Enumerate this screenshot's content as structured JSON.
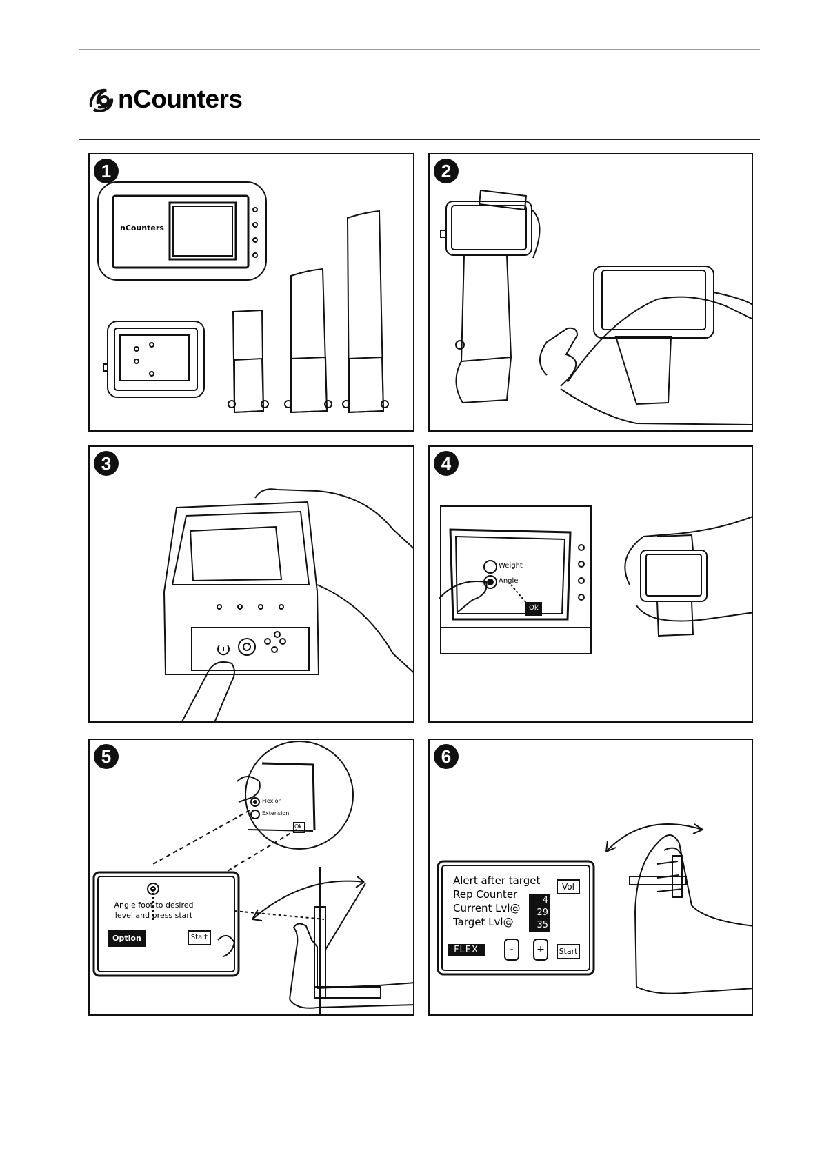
{
  "brand": {
    "name": "nCounters"
  },
  "panels": {
    "p1": {
      "number": "1",
      "device_brand": "nCounters"
    },
    "p2": {
      "number": "2"
    },
    "p3": {
      "number": "3"
    },
    "p4": {
      "number": "4",
      "option_weight": "Weight",
      "option_angle": "Angle",
      "ok_label": "Ok"
    },
    "p5": {
      "number": "5",
      "option_flexion": "Flexion",
      "option_extension": "Extension",
      "ok_label": "Ok",
      "instruction": "Angle foot to desired level and press start",
      "option_button": "Option",
      "start_button": "Start"
    },
    "p6": {
      "number": "6",
      "line_alert": "Alert after target",
      "line_rep": "Rep Counter",
      "line_current": "Current Lvl@",
      "line_target": "Target Lvl@",
      "val_rep": "4",
      "val_current": "29",
      "val_target": "35",
      "vol_button": "Vol",
      "mode_label": "FLEX",
      "minus_button": "-",
      "plus_button": "+",
      "start_button": "Start"
    }
  }
}
